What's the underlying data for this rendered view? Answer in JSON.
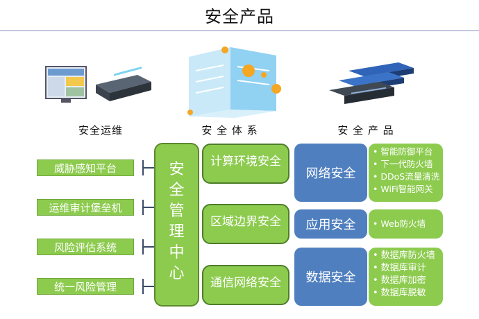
{
  "title": "安全产品",
  "columns": {
    "ops": "安全运维",
    "system": "安 全 体 系",
    "products": "安 全 产 品"
  },
  "left_items": [
    "威胁感知平台",
    "运维审计堡垒机",
    "风险评估系统",
    "统一风险管理"
  ],
  "center_chars": [
    "安",
    "全",
    "管",
    "理",
    "中",
    "心"
  ],
  "areas": [
    "计算环境安全",
    "区域边界安全",
    "通信网络安全"
  ],
  "categories": [
    "网络安全",
    "应用安全",
    "数据安全"
  ],
  "category_items": [
    [
      "智能防御平台",
      "下一代防火墙",
      "DDoS流量清洗",
      "WiFi智能网关"
    ],
    [
      "Web防火墙"
    ],
    [
      "数据库防火墙",
      "数据库审计",
      "数据库加密",
      "数据库脱敏"
    ]
  ],
  "colors": {
    "green": "#8dcb4f",
    "blue": "#4f7fbf",
    "dark_green_border": "#4e7d2a"
  }
}
